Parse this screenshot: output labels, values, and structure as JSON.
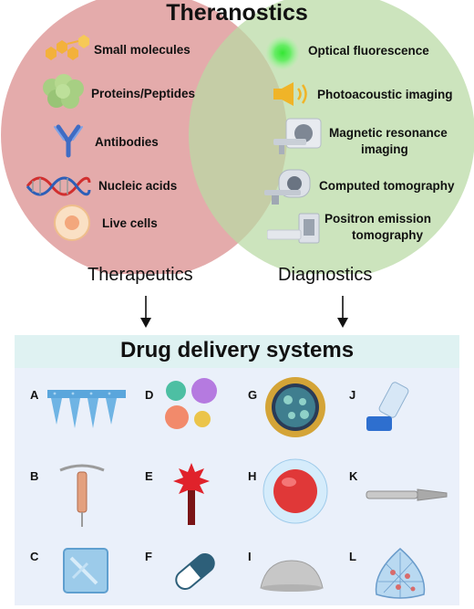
{
  "title": "Theranostics",
  "therapeutics": {
    "label": "Therapeutics",
    "items": [
      {
        "label": "Small molecules",
        "icon": "small-molecules-icon"
      },
      {
        "label": "Proteins/Peptides",
        "icon": "protein-icon"
      },
      {
        "label": "Antibodies",
        "icon": "antibody-icon"
      },
      {
        "label": "Nucleic acids",
        "icon": "dna-icon"
      },
      {
        "label": "Live cells",
        "icon": "cell-icon"
      }
    ]
  },
  "diagnostics": {
    "label": "Diagnostics",
    "items": [
      {
        "label": "Optical fluorescence",
        "icon": "fluorescence-glow-icon"
      },
      {
        "label": "Photoacoustic imaging",
        "icon": "speaker-icon"
      },
      {
        "label": "Magnetic resonance",
        "label2": "imaging",
        "icon": "mri-scanner-icon"
      },
      {
        "label": "Computed tomography",
        "icon": "ct-scanner-icon"
      },
      {
        "label": "Positron emission",
        "label2": "tomography",
        "icon": "pet-scanner-icon"
      }
    ]
  },
  "drug_delivery": {
    "title": "Drug delivery systems",
    "letters": [
      "A",
      "B",
      "C",
      "D",
      "E",
      "F",
      "G",
      "H",
      "I",
      "J",
      "K",
      "L"
    ],
    "icons": [
      "microneedle-patch-icon",
      "intrauterine-device-icon",
      "hydrogel-patch-icon",
      "nanoparticles-icon",
      "red-drug-carrier-icon",
      "capsule-icon",
      "liposome-icon",
      "microsphere-icon",
      "breast-implant-icon",
      "inhaler-icon",
      "implant-rod-icon",
      "hydrogel-scaffold-icon"
    ]
  },
  "colors": {
    "therapeutics_circle": "#d98a8a",
    "diagnostics_circle": "#b9d9a3",
    "banner": "#dff2f2",
    "panel": "#eaf0fa"
  }
}
